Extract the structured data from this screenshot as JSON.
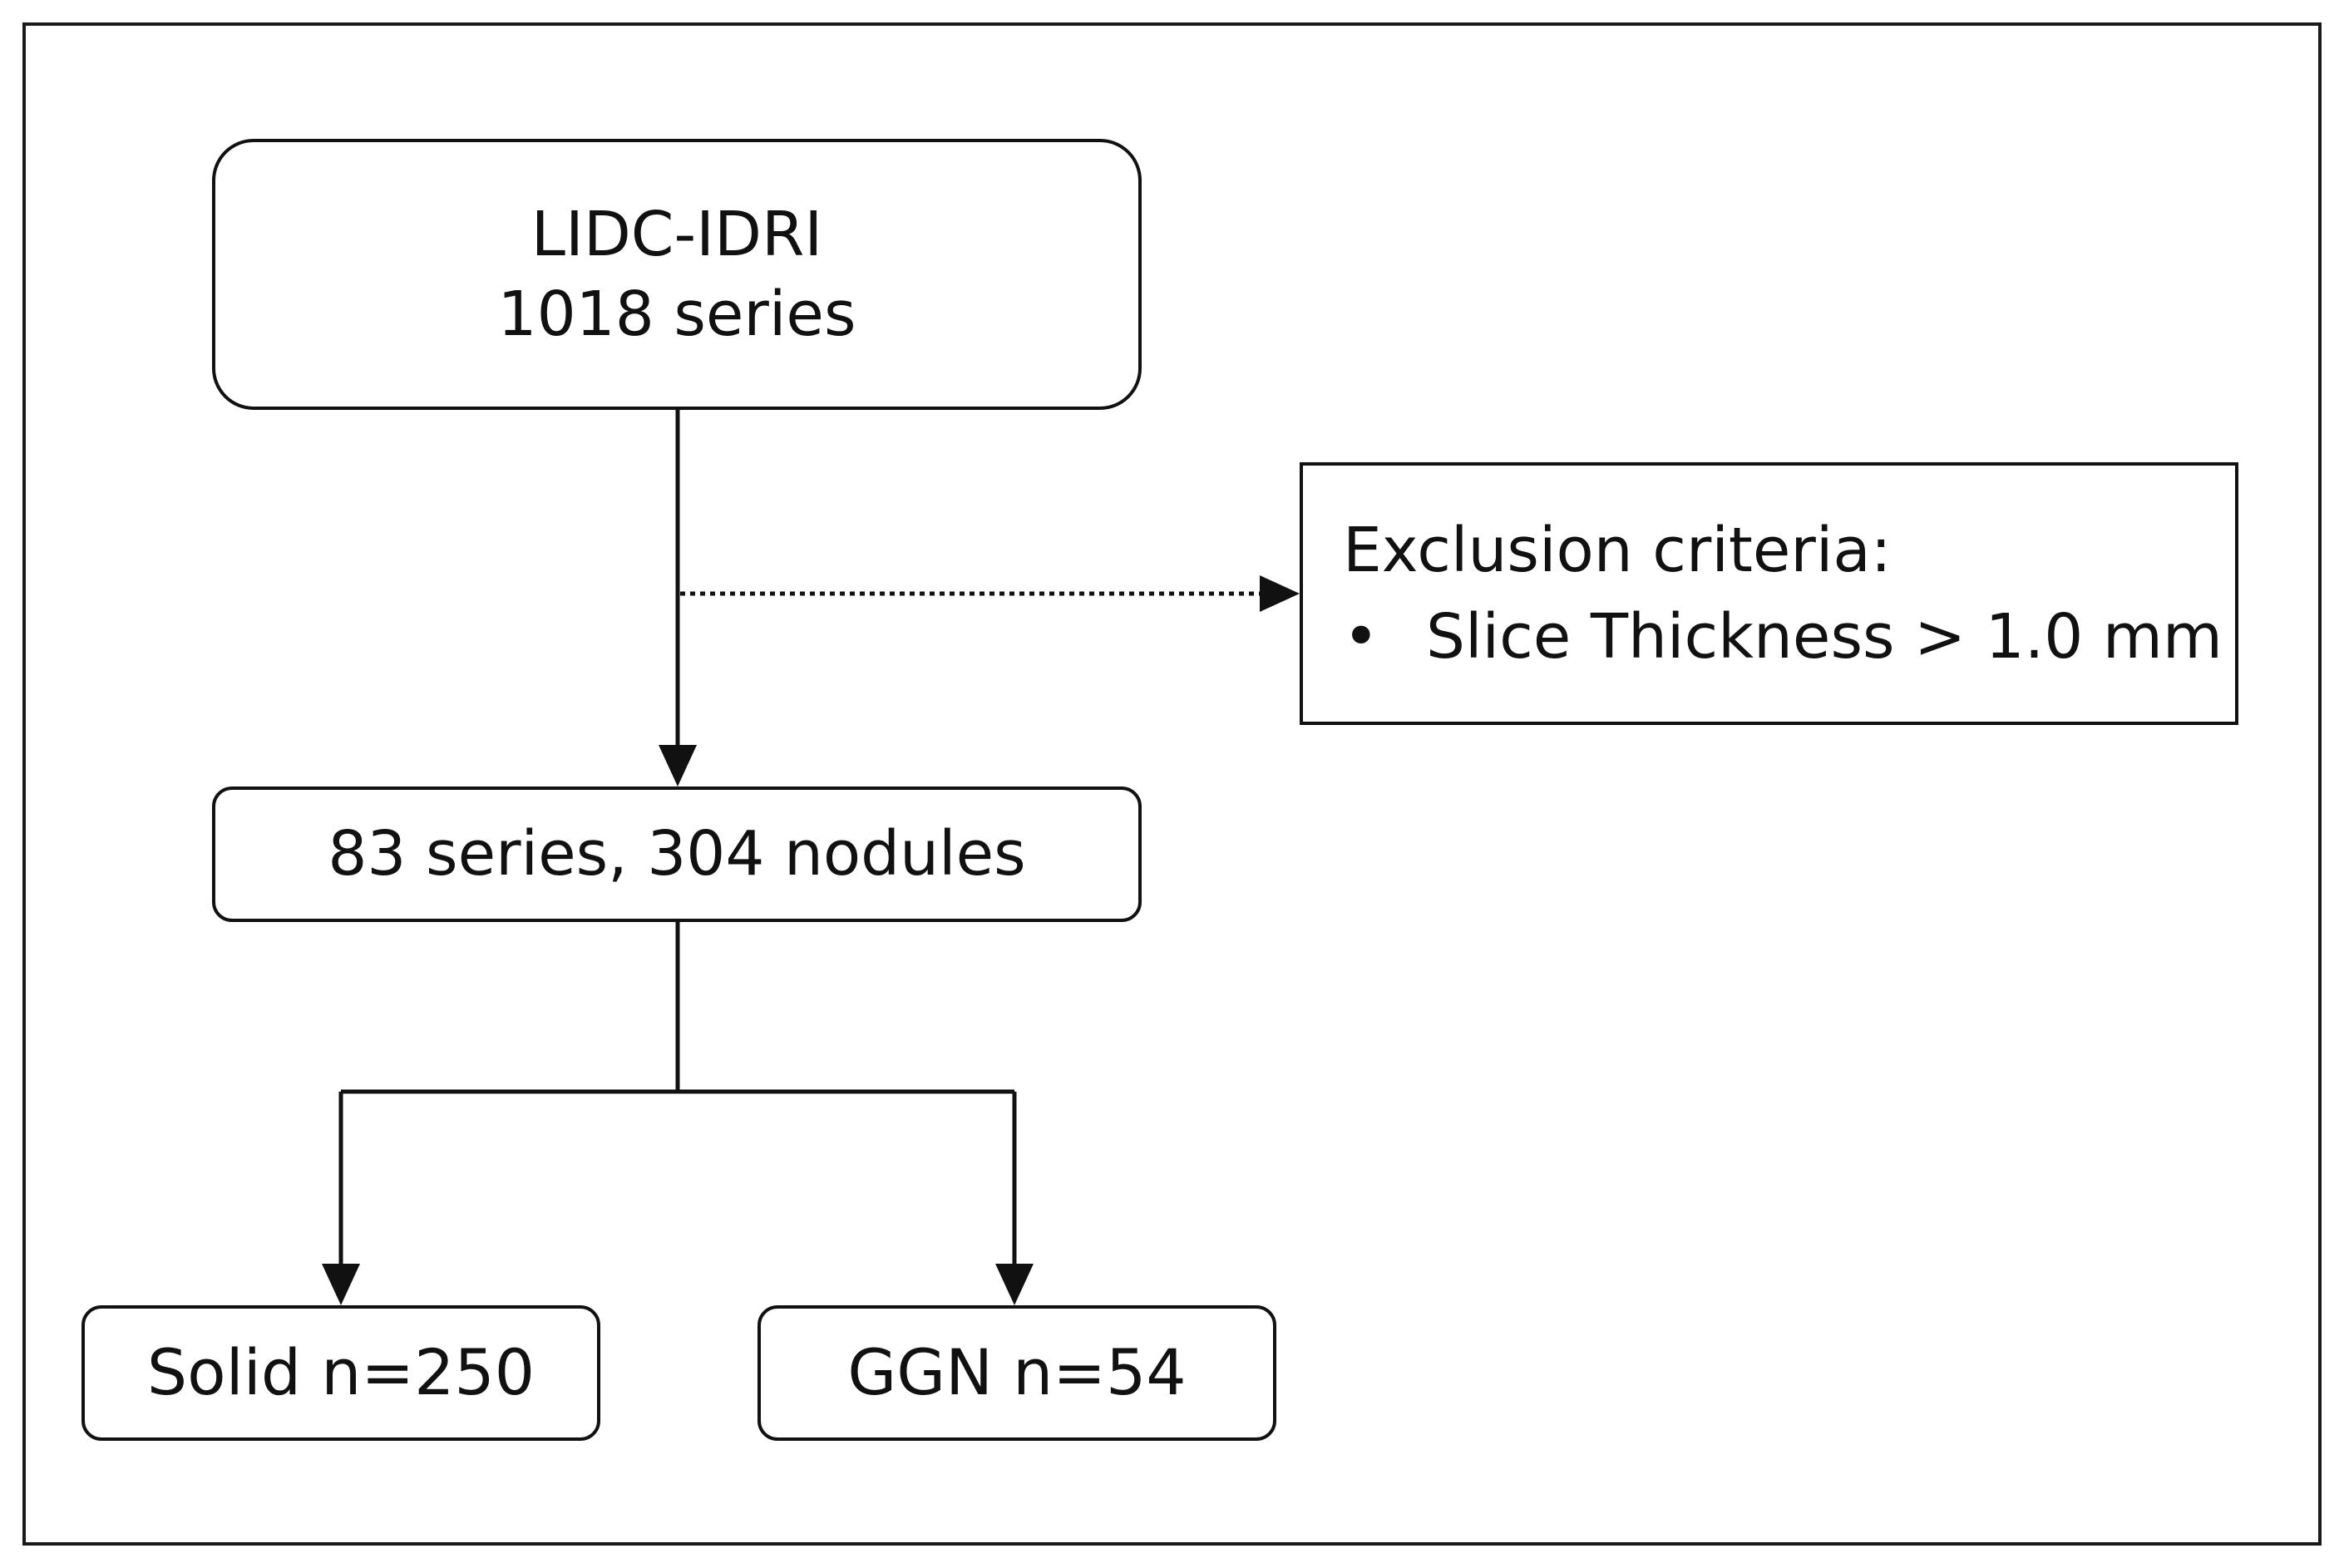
{
  "diagram": {
    "source": {
      "line1": "LIDC-IDRI",
      "line2": "1018 series"
    },
    "exclusion": {
      "heading": "Exclusion criteria:",
      "bullet": "•",
      "items": [
        "Slice Thickness > 1.0 mm"
      ]
    },
    "result": {
      "label": "83 series, 304 nodules"
    },
    "solid": {
      "label": "Solid n=250"
    },
    "ggn": {
      "label": "GGN n=54"
    }
  }
}
